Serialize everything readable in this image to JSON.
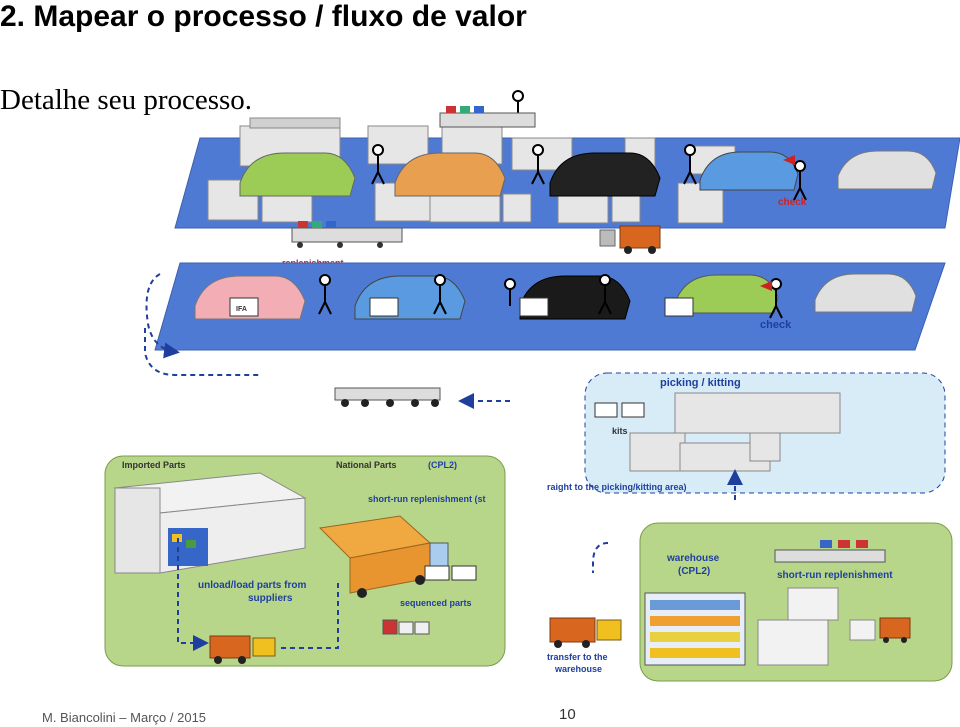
{
  "slide": {
    "title": "2. Mapear o processo / fluxo de valor",
    "subtitle": "Detalhe seu processo.",
    "footer": "M. Biancolini – Março / 2015",
    "page_number": "10"
  },
  "diagram": {
    "top_line": {
      "check_label": "check",
      "replenishment_label": "replenishment"
    },
    "bottom_line": {
      "check_label": "check",
      "ifa_label": "IFA"
    },
    "picking": {
      "title": "picking / kitting",
      "kits_label": "kits",
      "caption": "raight to the picking/kitting area)"
    },
    "supplier": {
      "imported_label": "Imported Parts",
      "national_label": "National Parts",
      "cpl_label": "(CPL2)",
      "replenish_label": "short-run replenishment (st",
      "unload_label": "unload/load parts from suppliers",
      "unload_line1": "unload/load parts from",
      "unload_line2": "suppliers",
      "sequenced_label": "sequenced parts"
    },
    "warehouse": {
      "title_line1": "warehouse",
      "title_line2": "(CPL2)",
      "replenish_label": "short-run replenishment",
      "transfer_line1": "transfer to the",
      "transfer_line2": "warehouse"
    },
    "colors": {
      "floor": "#4f7ad4",
      "picking_bg": "#d7ecf7",
      "green_bg": "#b8d68a",
      "forklift": "#d9661f",
      "label_blue": "#1f3f9e",
      "check_red": "#cc2222"
    }
  }
}
